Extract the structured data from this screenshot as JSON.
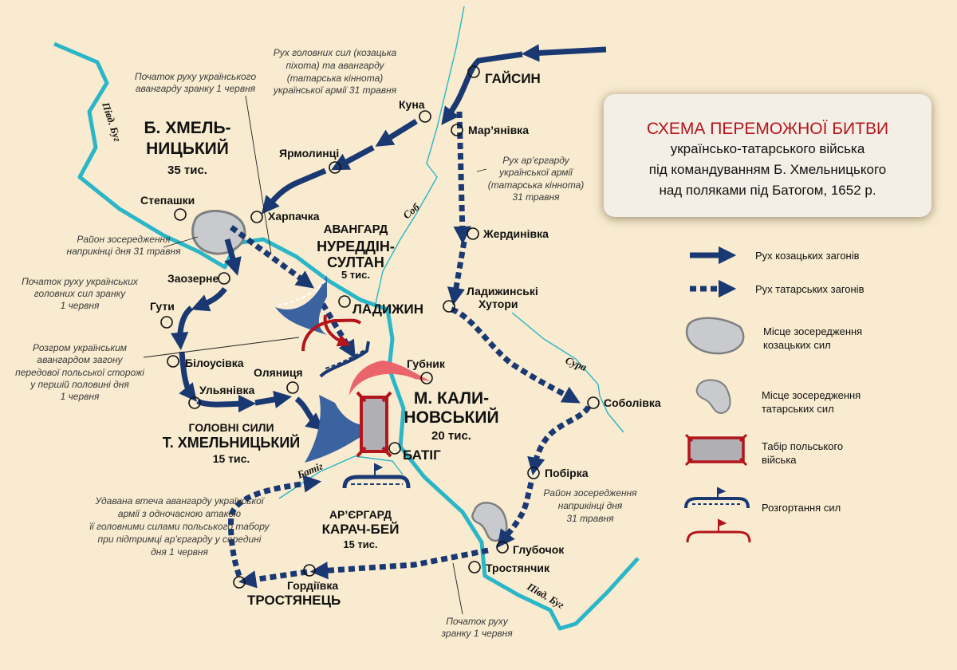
{
  "title": {
    "heading": "СХЕМА ПЕРЕМОЖНОЇ БИТВИ",
    "lines": [
      "українсько-татарського війська",
      "під командуванням Б. Хмельницького",
      "над поляками під Батогом, 1652 р."
    ]
  },
  "colors": {
    "background": "#f8ebcf",
    "river": "#2bb6c8",
    "cossack": "#1a3872",
    "polish": "#b3151c",
    "deploy": "#3a63a0"
  },
  "places": {
    "haisyn": "ГАЙСИН",
    "kuna": "Куна",
    "marianivka": "Мар’янівка",
    "yarmolyntsi": "Ярмолинці",
    "stepashky": "Степашки",
    "kharpachka": "Харпачка",
    "zherdynivka": "Жердинівка",
    "zaozerne": "Заозерне",
    "huty": "Гути",
    "ladyzhynski_1": "Ладижинські",
    "ladyzhynski_2": "Хутори",
    "ladyzhyn": "ЛАДИЖИН",
    "bilousivka": "Білоусівка",
    "olianytsia": "Оляниця",
    "hubnyk": "Губник",
    "ulianivka": "Ульянівка",
    "sobolivka": "Соболівка",
    "batih": "БАТІГ",
    "pobirka": "Побірка",
    "hlubochok": "Глубочок",
    "trostianchyk": "Тростянчик",
    "hordiivka": "Гордіївка",
    "trostianets": "ТРОСТЯНЕЦЬ"
  },
  "rivers": {
    "bug": "Півд. Буг",
    "sob": "Соб",
    "sura": "Сура",
    "batih": "Батіг"
  },
  "armies": {
    "khmelnytsky": [
      "Б. ХМЕЛЬ-",
      "НИЦЬКИЙ",
      "35 тис."
    ],
    "nureddin": [
      "АВАНГАРД",
      "НУРЕДДІН-",
      "СУЛТАН",
      "5 тис."
    ],
    "kalinowski": [
      "М. КАЛИ-",
      "НОВСЬКИЙ",
      "20 тис."
    ],
    "tymish": [
      "ГОЛОВНІ СИЛИ",
      "Т. ХМЕЛЬНИЦЬКИЙ",
      "15 тис."
    ],
    "karach": [
      "АР’ЄРГАРД",
      "КАРАЧ-БЕЙ",
      "15 тис."
    ]
  },
  "notes": {
    "main_move": [
      "Рух головних сил (козацька",
      "піхота) та авангарду",
      "(татарська кіннота)",
      "української армії 31 травня"
    ],
    "vanguard_start": [
      "Початок руху українського",
      "авангарду зранку 1 червня"
    ],
    "concentration_west": [
      "Район зосередження",
      "наприкінці дня 31 травня"
    ],
    "main_start": [
      "Початок руху українських",
      "головних сил зранку",
      "1 червня"
    ],
    "rout": [
      "Розгром українським",
      "авангардом загону",
      "передової польської сторожі",
      "у першій половині дня",
      "1 червня"
    ],
    "rearguard_move": [
      "Рух ар’єргарду",
      "української армії",
      "(татарська кіннота)",
      "31 травня"
    ],
    "concentration_east": [
      "Район зосередження",
      "наприкінці дня",
      "31 травня"
    ],
    "feigned_flight": [
      "Удавана втеча авангарду української",
      "армії з одночасною атакою",
      "її головними силами польського табору",
      "при підтримці ар’єргарду у середині",
      "дня 1 червня"
    ],
    "morning_start": [
      "Початок руху",
      "зранку 1 червня"
    ]
  },
  "legend": {
    "cossack_move": "Рух козацьких загонів",
    "tatar_move": "Рух татарських загонів",
    "cossack_area": [
      "Місце зосередження",
      "козацьких сил"
    ],
    "tatar_area": [
      "Місце зосередження",
      "татарських сил"
    ],
    "polish_camp": [
      "Табір польського",
      "війська"
    ],
    "deployment": "Розгортання сил"
  }
}
